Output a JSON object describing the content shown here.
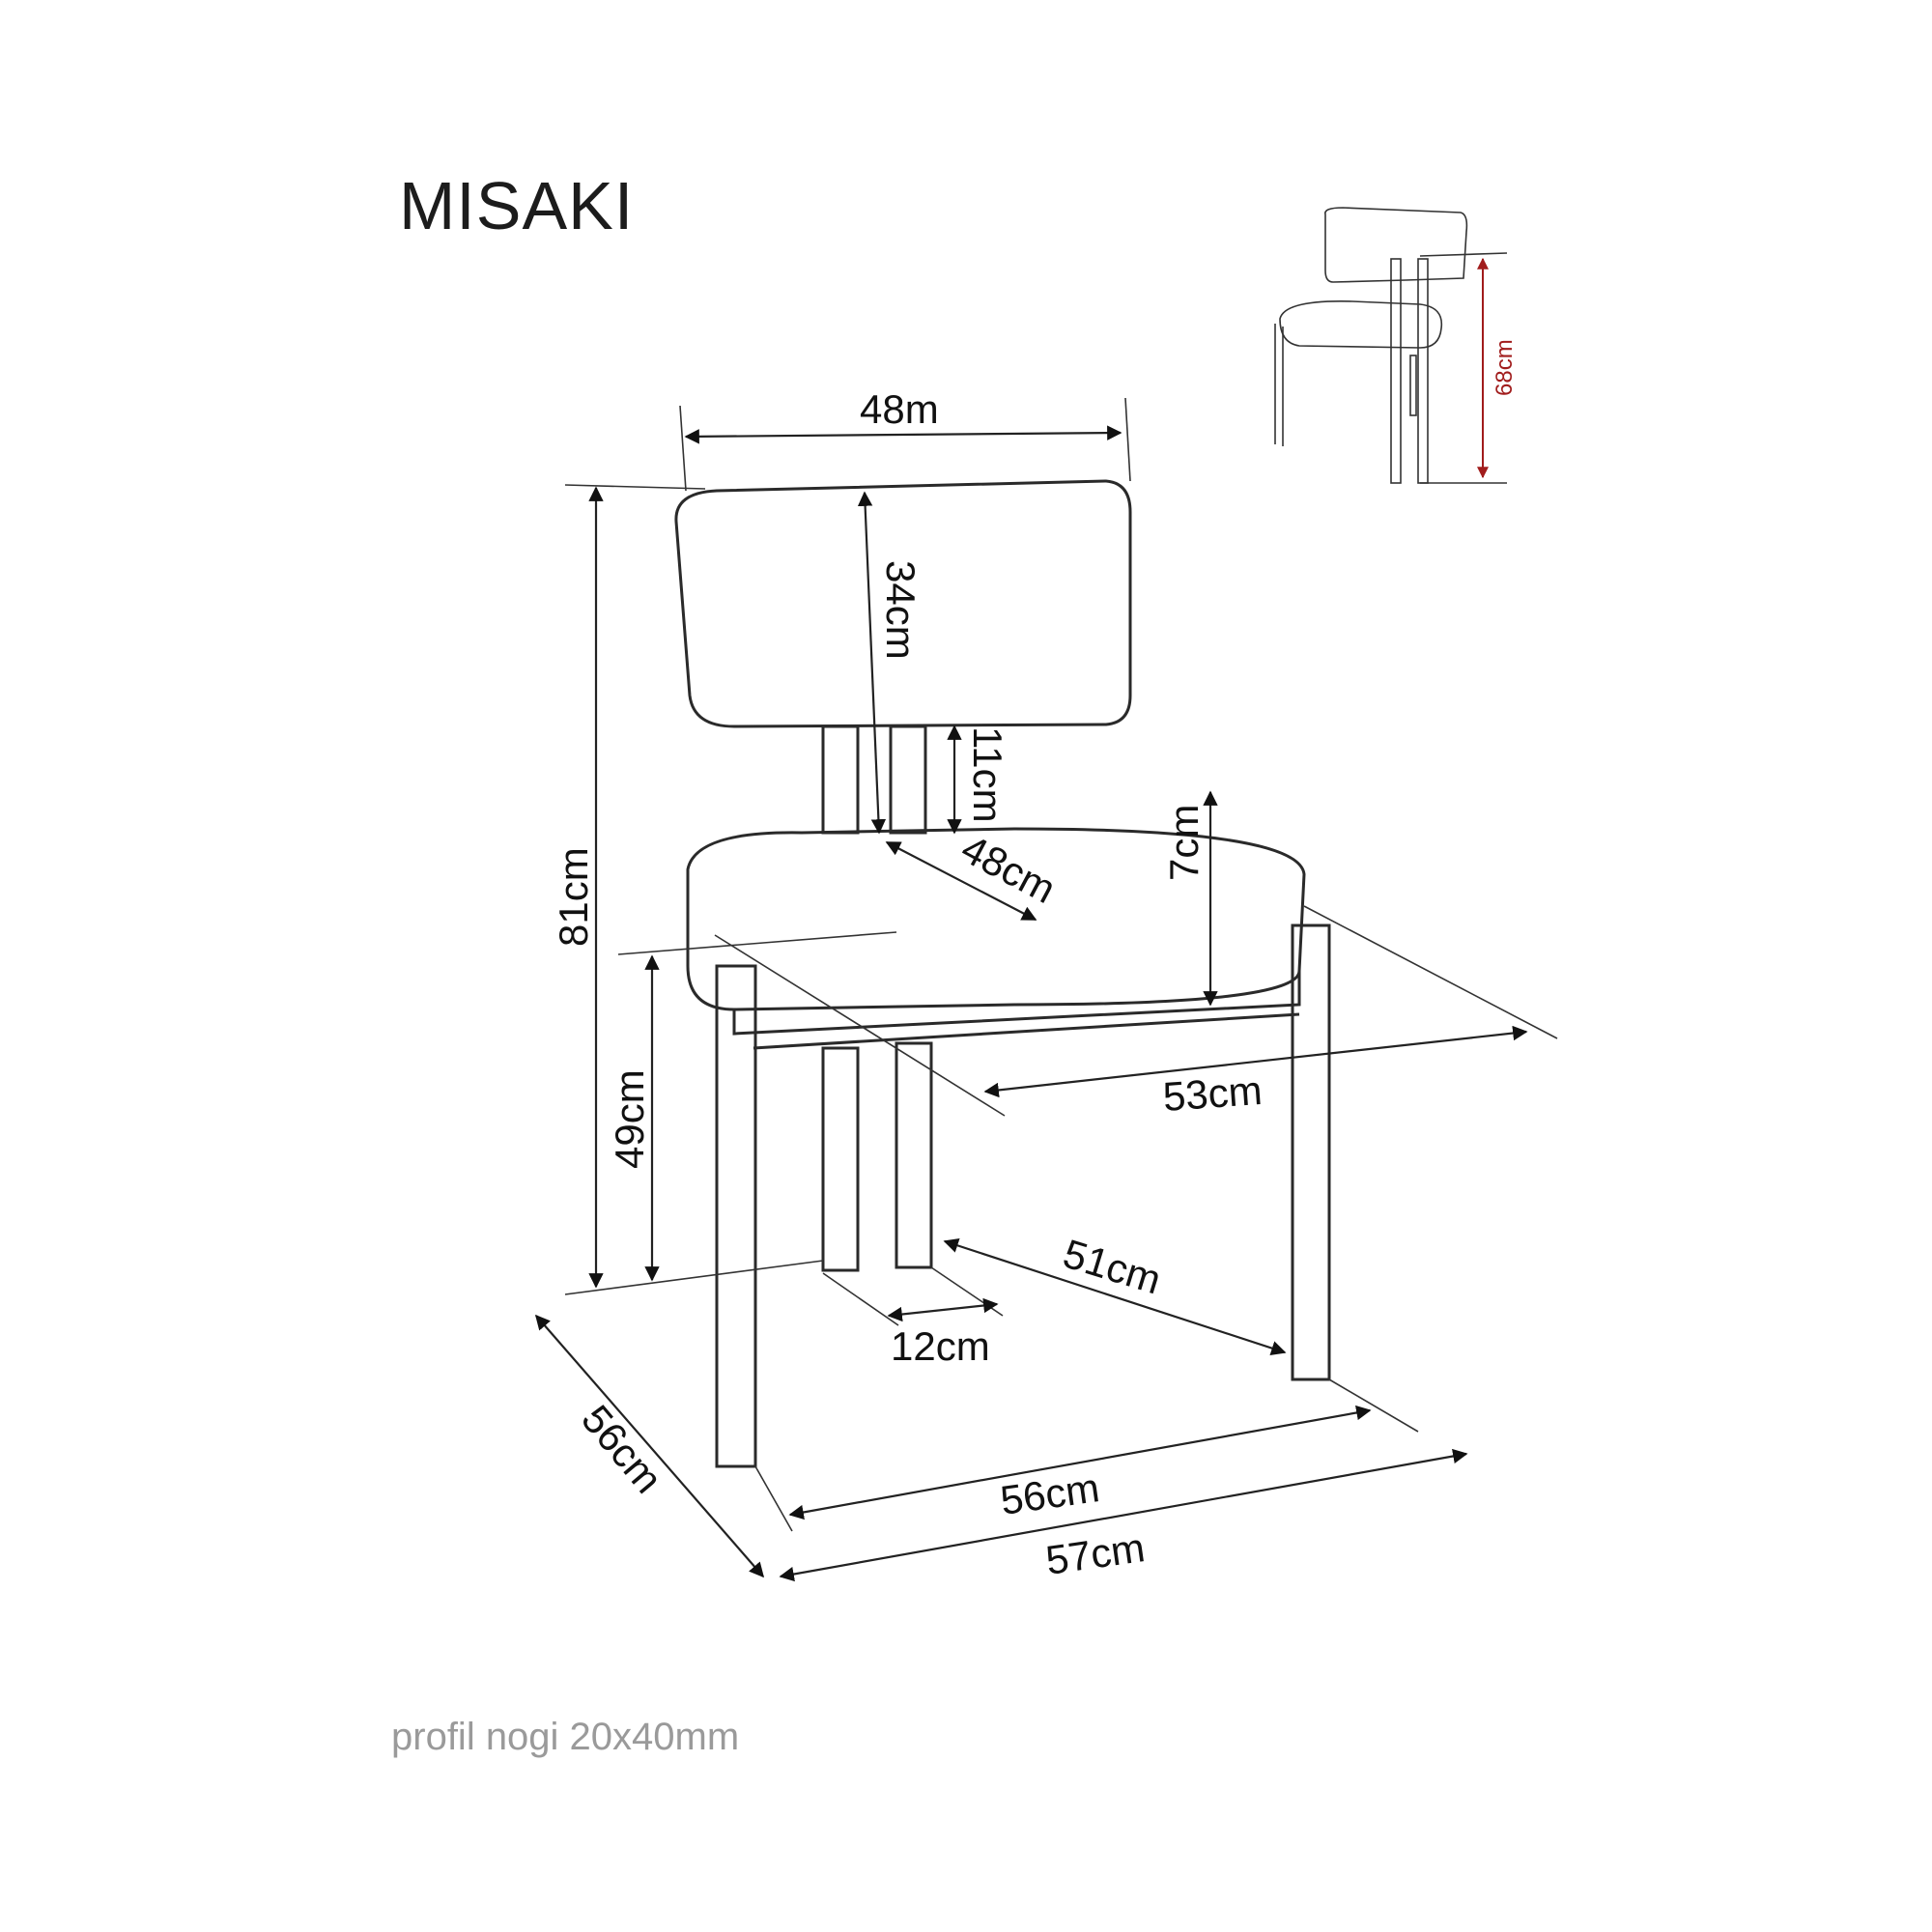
{
  "title": "MISAKI",
  "footnote": "profil nogi 20x40mm",
  "dimensions": {
    "backrest_width": "48m",
    "backrest_height": "34cm",
    "back_gap": "11cm",
    "total_height": "81cm",
    "seat_depth": "48cm",
    "seat_thickness": "7cm",
    "seat_height": "49cm",
    "seat_width": "53cm",
    "leg_spacing_side": "51cm",
    "leg_gap": "12cm",
    "depth": "56cm",
    "front_width": "56cm",
    "overall_width": "57cm",
    "thumbnail_height": "68cm"
  },
  "colors": {
    "line": "#222222",
    "thumbnail_arrow": "#a11c1c",
    "footnote": "#9a9a9a"
  }
}
